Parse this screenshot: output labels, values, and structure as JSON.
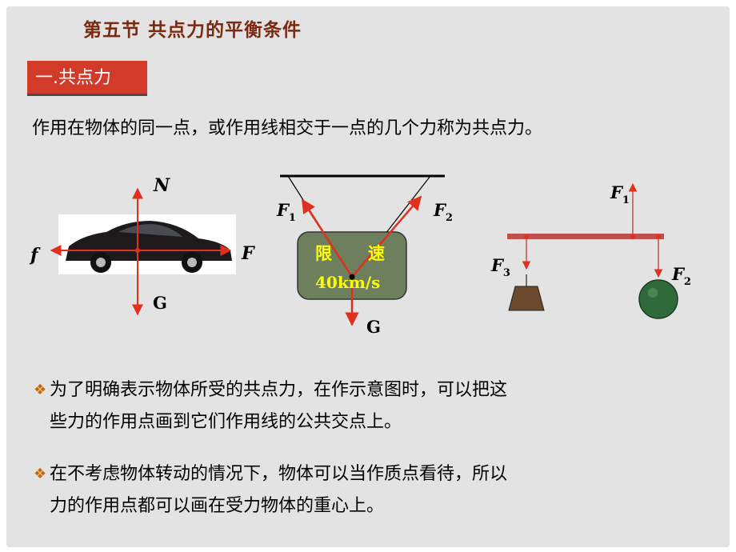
{
  "title": "第五节  共点力的平衡条件",
  "section": "一.共点力",
  "definition": "作用在物体的同一点，或作用线相交于一点的几个力称为共点力。",
  "diagram1": {
    "N": "N",
    "f": "f",
    "F": "F",
    "G": "G"
  },
  "diagram2": {
    "F1": "F",
    "F1_sub": "1",
    "F2": "F",
    "F2_sub": "2",
    "sign_line1a": "限",
    "sign_line1b": "速",
    "sign_line2": "40km/s",
    "G": "G"
  },
  "diagram3": {
    "F1": "F",
    "F1_sub": "1",
    "F2": "F",
    "F2_sub": "2",
    "F3": "F",
    "F3_sub": "3"
  },
  "bullets": [
    {
      "mark": "❖",
      "line1": "为了明确表示物体所受的共点力，在作示意图时，可以把这",
      "line2": "些力的作用点画到它们作用线的公共交点上。"
    },
    {
      "mark": "❖",
      "line1": "在不考虑物体转动的情况下，物体可以当作质点看待，所以",
      "line2": "力的作用点都可以画在受力物体的重心上。"
    }
  ],
  "colors": {
    "title": "#7a2a10",
    "section_bg": "#d23a2a",
    "force": "#e0301e",
    "sign_bg": "#6e7f5e",
    "sign_text": "#ffff00"
  }
}
